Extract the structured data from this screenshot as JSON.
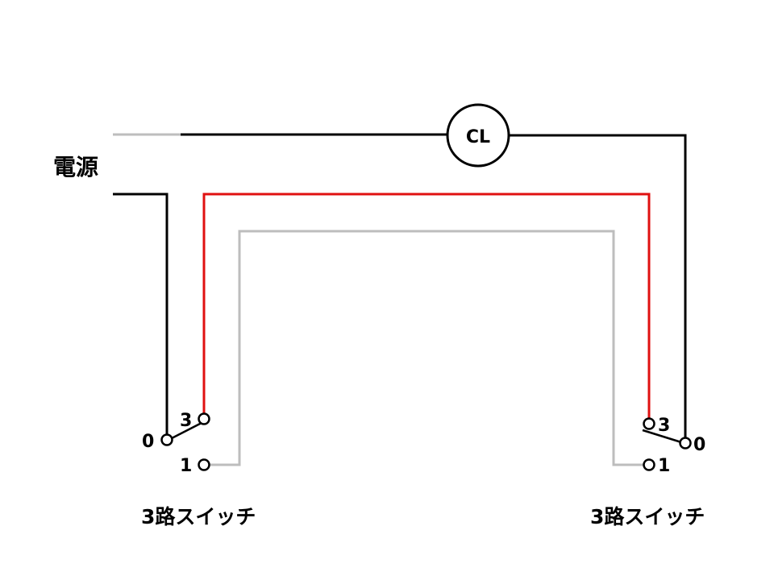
{
  "source": {
    "label": "電源"
  },
  "lamp": {
    "label": "CL"
  },
  "switch_left": {
    "label": "3路スイッチ",
    "terminals": {
      "t0": "0",
      "t1": "1",
      "t3": "3"
    }
  },
  "switch_right": {
    "label": "3路スイッチ",
    "terminals": {
      "t0": "0",
      "t1": "1",
      "t3": "3"
    }
  },
  "colors": {
    "neutral_wire": "#000000",
    "live_wire": "#000000",
    "traveler_3": "#e01010",
    "traveler_1": "#bdbdbd",
    "source_grounded": "#bdbdbd"
  }
}
